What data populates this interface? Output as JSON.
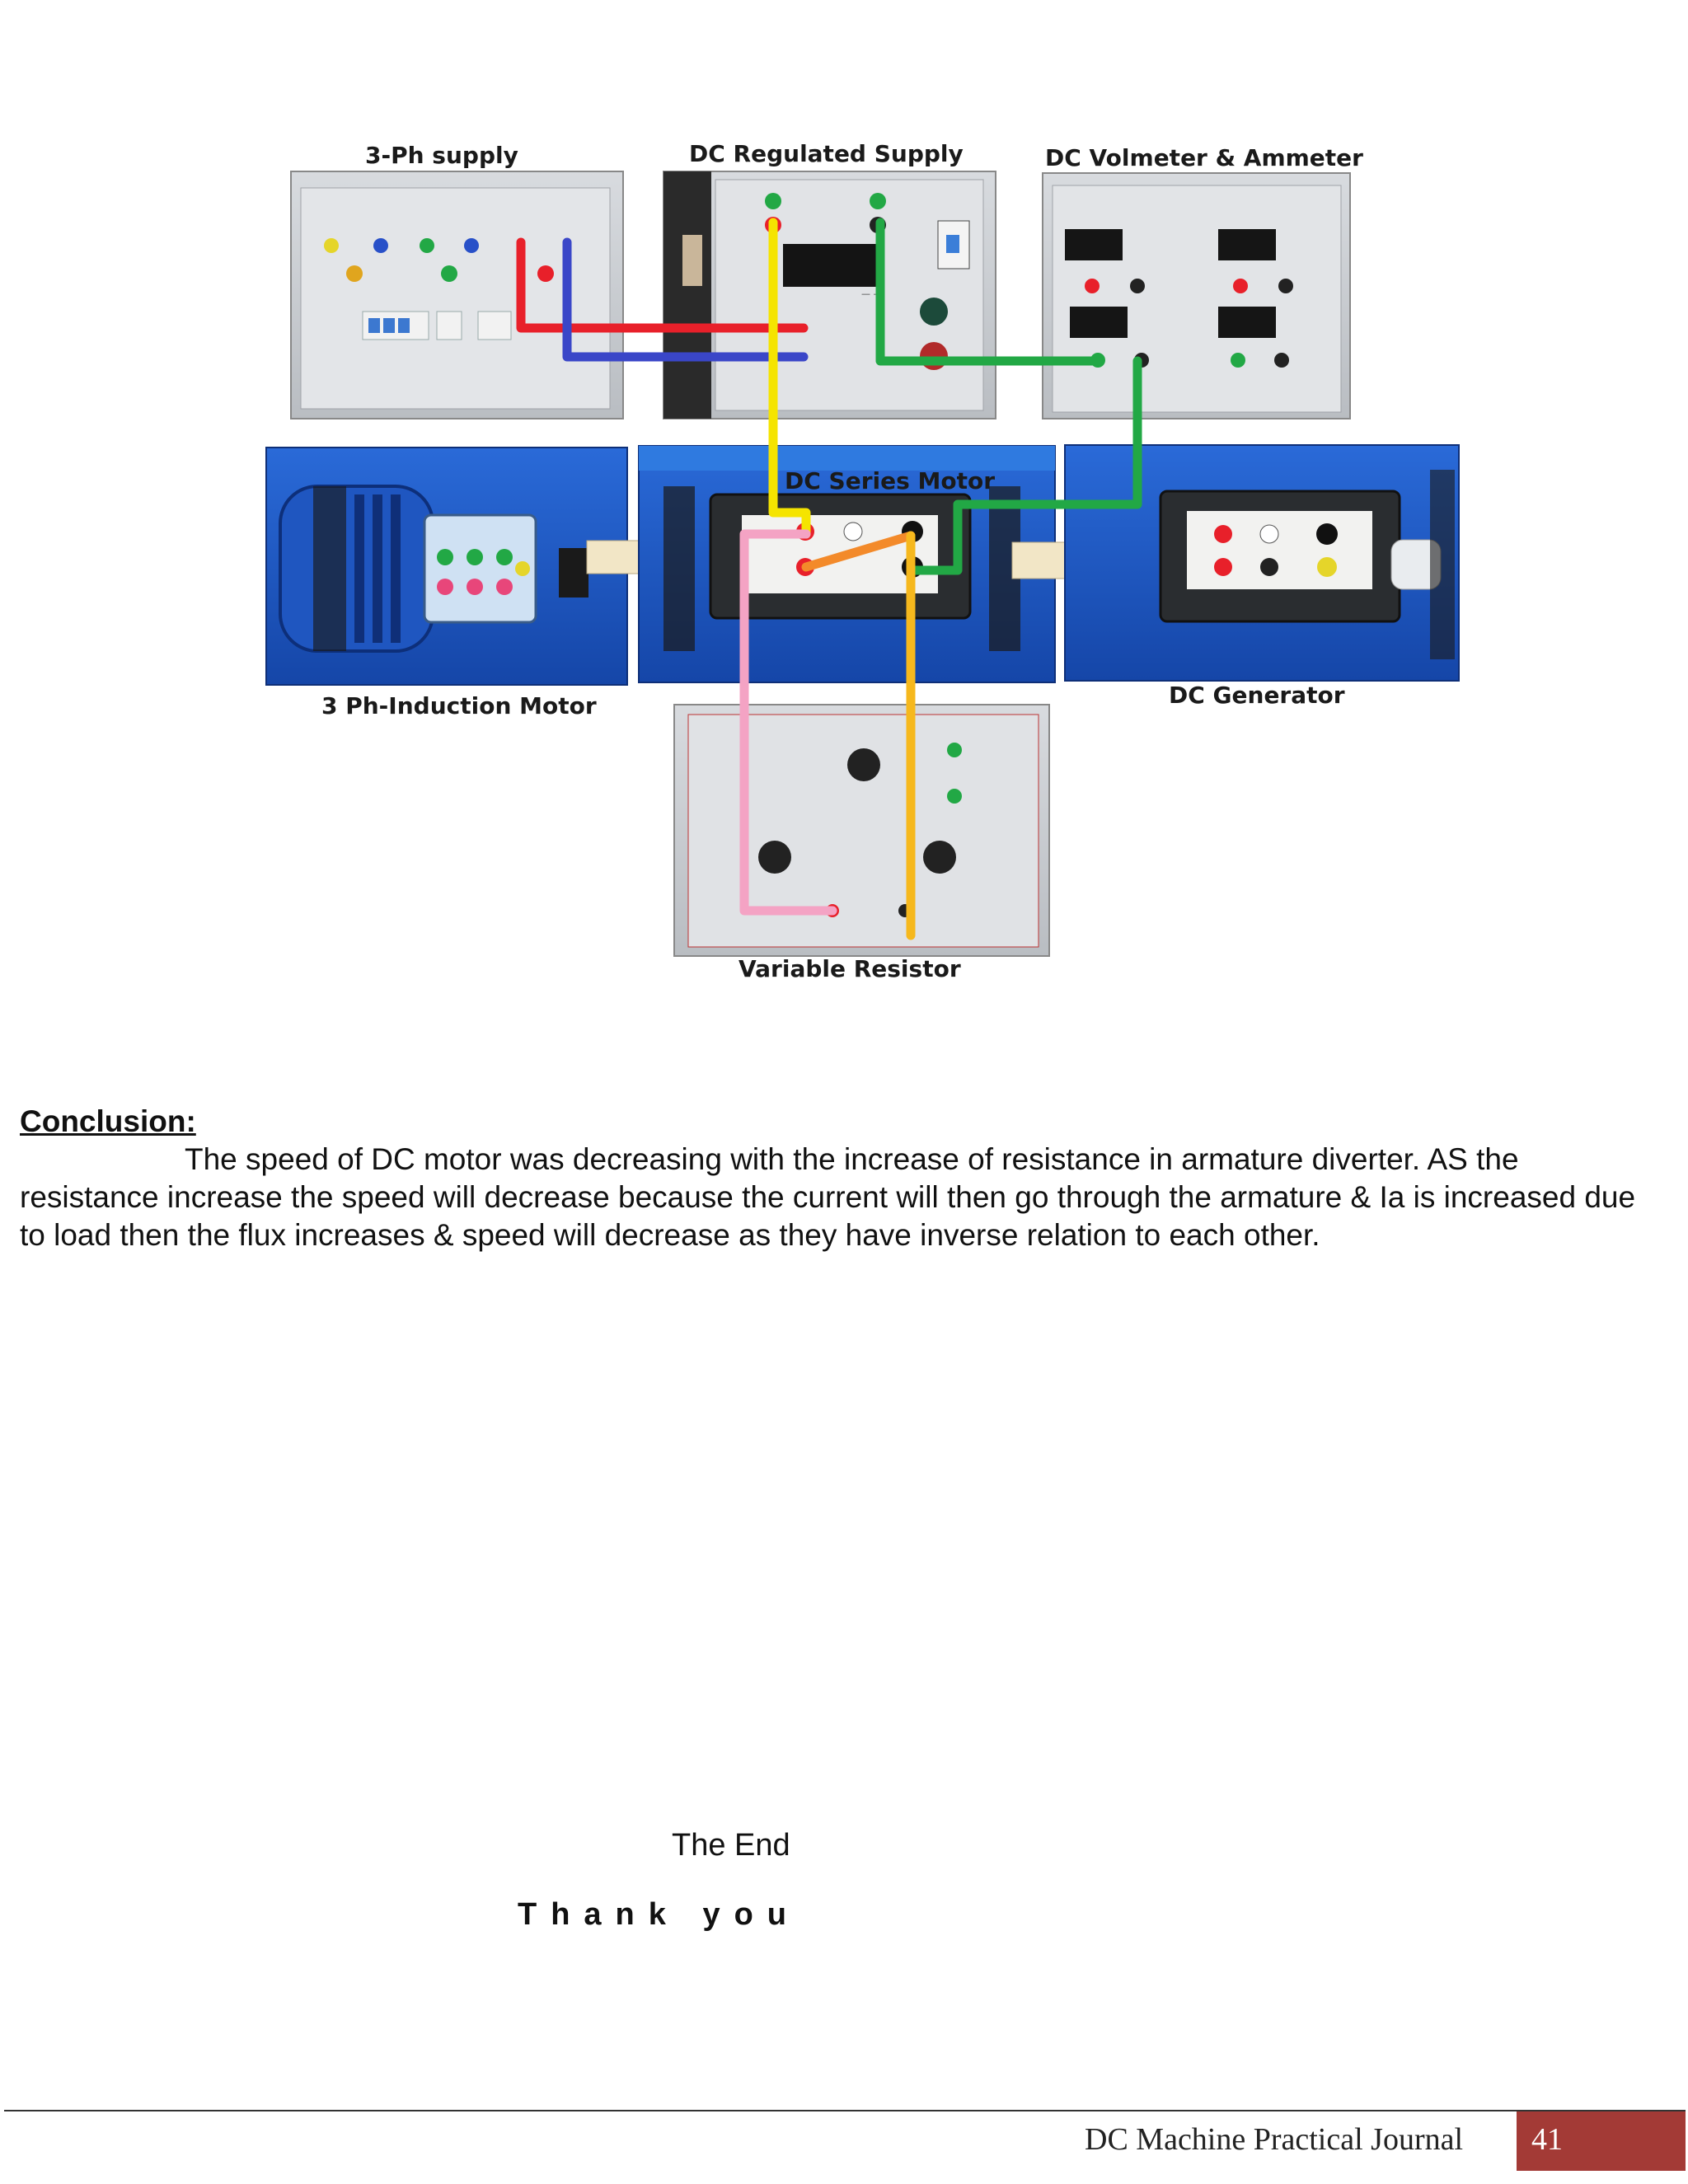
{
  "diagram": {
    "labels": {
      "three_ph_supply": "3-Ph supply",
      "dc_regulated_supply": "DC Regulated Supply",
      "dc_voltmeter_ammeter": "DC Volmeter & Ammeter",
      "dc_series_motor": "DC Series Motor",
      "three_ph_induction_motor": "3 Ph-Induction Motor",
      "dc_generator": "DC Generator",
      "variable_resistor": "Variable Resistor"
    },
    "wire_colors": {
      "red": "#e8202a",
      "blue": "#3a46c8",
      "yellow": "#f5e400",
      "green": "#22a845",
      "pink": "#f4a3c4",
      "orange": "#f38a2a",
      "amber": "#f6b81d"
    }
  },
  "conclusion": {
    "heading": "Conclusion:",
    "text": "The speed of DC motor was decreasing with the increase of resistance in armature diverter. AS the resistance increase the speed will decrease because the current will then go through the armature & Ia is increased due to load then the flux increases & speed will decrease as they have inverse relation to each other."
  },
  "closing": {
    "the_end": "The End",
    "thank_you": "Thank you"
  },
  "footer": {
    "title": "DC Machine Practical Journal",
    "page_number": "41"
  }
}
